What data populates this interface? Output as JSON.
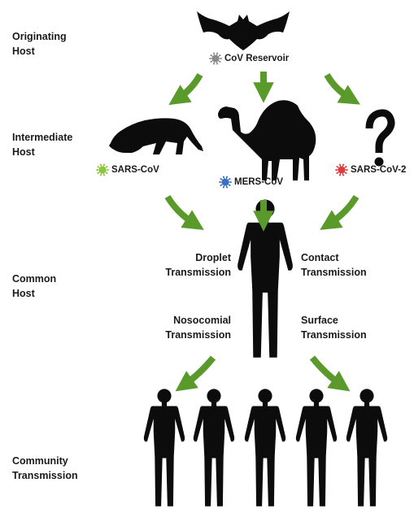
{
  "colors": {
    "arrow": "#5a9a2a",
    "silhouette": "#0c0c0c",
    "cov_reservoir": "#8a8a8a",
    "sars_cov": "#8cc63f",
    "mers_cov": "#3b6fc0",
    "sars_cov_2": "#e23b3b"
  },
  "icons": [
    "bat-icon",
    "civet-icon",
    "camel-icon",
    "question-mark-icon",
    "human-icon",
    "human-chain-icon",
    "virus-icon",
    "arrow-icon"
  ],
  "stages": {
    "originating": {
      "line1": "Originating",
      "line2": "Host"
    },
    "intermediate": {
      "line1": "Intermediate",
      "line2": "Host"
    },
    "common": {
      "line1": "Common",
      "line2": "Host"
    },
    "community": {
      "line1": "Community",
      "line2": "Transmission"
    }
  },
  "viruses": {
    "reservoir": "CoV Reservoir",
    "sars": "SARS-CoV",
    "mers": "MERS-CoV",
    "sars2": "SARS-CoV-2"
  },
  "transmission": {
    "droplet": {
      "line1": "Droplet",
      "line2": "Transmission"
    },
    "contact": {
      "line1": "Contact",
      "line2": "Transmission"
    },
    "nosocomial": {
      "line1": "Nosocomial",
      "line2": "Transmission"
    },
    "surface": {
      "line1": "Surface",
      "line2": "Transmission"
    }
  }
}
